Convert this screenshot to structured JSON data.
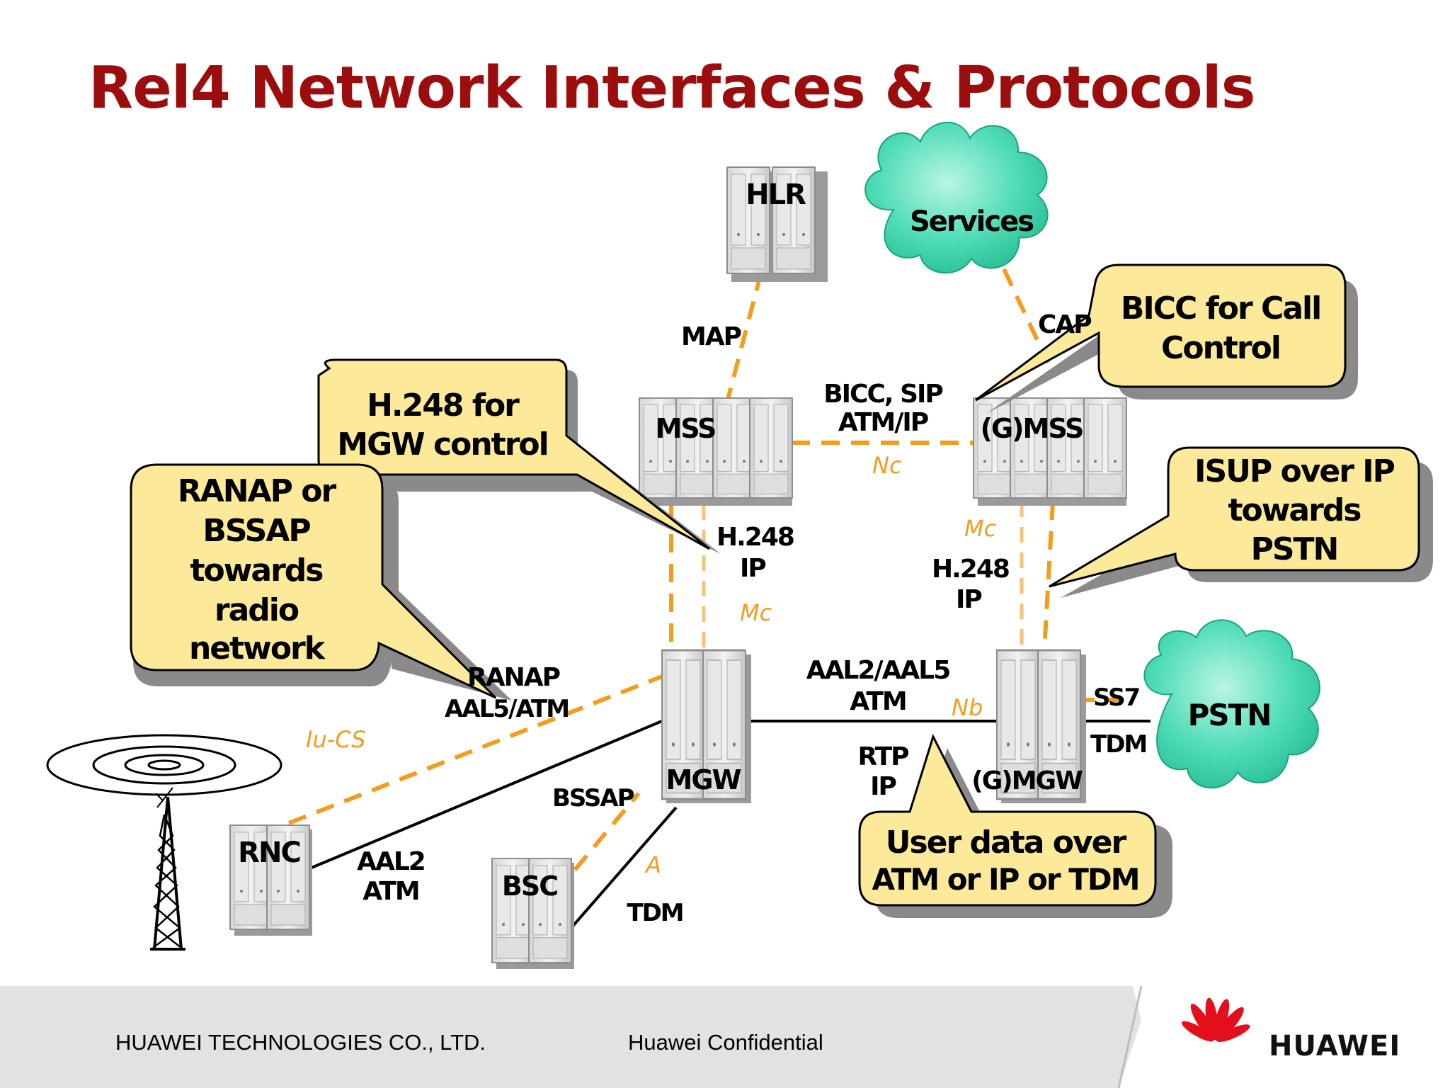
{
  "title": "Rel4 Network Interfaces & Protocols",
  "nodes": {
    "hlr": "HLR",
    "mss": "MSS",
    "gmss": "(G)MSS",
    "mgw": "MGW",
    "gmgw": "(G)MGW",
    "rnc": "RNC",
    "bsc": "BSC"
  },
  "clouds": {
    "services": "Services",
    "pstn": "PSTN"
  },
  "callouts": {
    "h248": [
      "H.248 for",
      "MGW control"
    ],
    "ranap": [
      "RANAP or",
      "BSSAP",
      "towards",
      "radio",
      "network"
    ],
    "bicc": [
      "BICC for Call",
      "Control"
    ],
    "isup": [
      "ISUP over IP",
      "towards",
      "PSTN"
    ],
    "userdata": [
      "User data over",
      "ATM or IP or TDM"
    ]
  },
  "links": {
    "map": "MAP",
    "cap": "CAP",
    "bicc_sip": "BICC, SIP",
    "atm_ip": "ATM/IP",
    "nc": "Nc",
    "h248_left": "H.248",
    "ip_left": "IP",
    "mc_left": "Mc",
    "mc_right": "Mc",
    "h248_right": "H.248",
    "ip_right": "IP",
    "aal2_aal5": "AAL2/AAL5",
    "atm_nb": "ATM",
    "nb": "Nb",
    "rtp": "RTP",
    "ip_nb": "IP",
    "ss7": "SS7",
    "tdm_pstn": "TDM",
    "ranap": "RANAP",
    "aal5_atm": "AAL5/ATM",
    "iu_cs": "Iu-CS",
    "bssap": "BSSAP",
    "aal2": "AAL2",
    "atm_rnc": "ATM",
    "a": "A",
    "tdm_bsc": "TDM"
  },
  "footer": {
    "company": "HUAWEI TECHNOLOGIES CO., LTD.",
    "confidential": "Huawei Confidential",
    "logo_text": "HUAWEI"
  },
  "colors": {
    "title": "#9c0e0e",
    "interface_dash": "#f39c1e",
    "callout_fill": "#fde99a",
    "cloud_fill": "#3fd8b0",
    "footer_band": "#e0e0e0",
    "logo_red": "#e3101b"
  }
}
